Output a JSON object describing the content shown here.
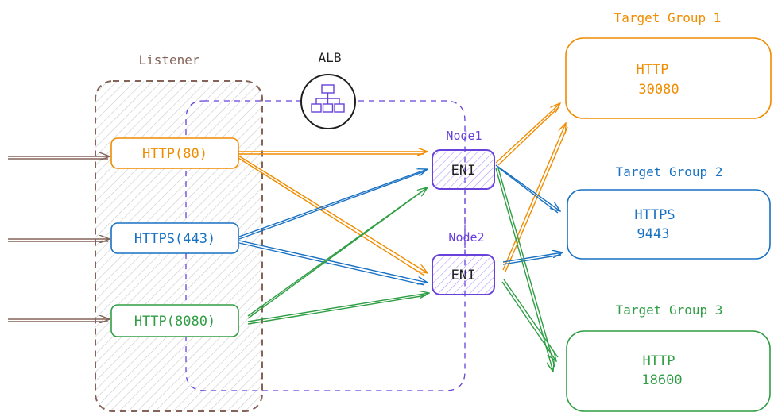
{
  "listener": {
    "title": "Listener",
    "ports": [
      {
        "label": "HTTP(80)",
        "color": "#f08c00"
      },
      {
        "label": "HTTPS(443)",
        "color": "#1971c2"
      },
      {
        "label": "HTTP(8080)",
        "color": "#2f9e44"
      }
    ]
  },
  "alb": {
    "title": "ALB",
    "icon": "hierarchy-icon",
    "color": "#6741d9"
  },
  "nodes": [
    {
      "title": "Node1",
      "eni": "ENI"
    },
    {
      "title": "Node2",
      "eni": "ENI"
    }
  ],
  "target_groups": [
    {
      "title": "Target Group 1",
      "protocol": "HTTP",
      "port": "30080",
      "color": "#f08c00"
    },
    {
      "title": "Target Group 2",
      "protocol": "HTTPS",
      "port": "9443",
      "color": "#1971c2"
    },
    {
      "title": "Target Group 3",
      "protocol": "HTTP",
      "port": "18600",
      "color": "#2f9e44"
    }
  ],
  "colors": {
    "listener_border": "#846358",
    "incoming_arrow": "#846358",
    "alb_border": "#6741d9",
    "eni_fill": "#d0bfff"
  }
}
